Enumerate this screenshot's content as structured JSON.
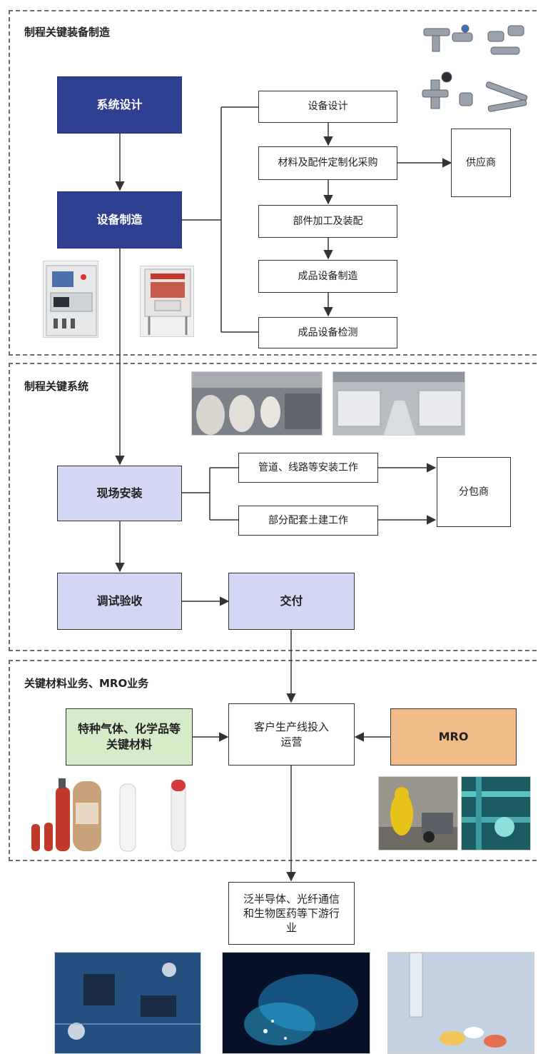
{
  "sections": {
    "equipment": {
      "title": "制程关键装备制造"
    },
    "system": {
      "title": "制程关键系统"
    },
    "materials": {
      "title": "关键材料业务、MRO业务"
    }
  },
  "boxes": {
    "system_design": "系统设计",
    "equipment_mfg": "设备制造",
    "equip_design": "设备设计",
    "procurement": "材料及配件定制化采购",
    "supplier": "供应商",
    "parts_assembly": "部件加工及装配",
    "product_mfg": "成品设备制造",
    "product_test": "成品设备检测",
    "site_install": "现场安装",
    "pipeline_work": "管道、线路等安装工作",
    "civil_work": "部分配套土建工作",
    "subcontractor": "分包商",
    "commission": "调试验收",
    "delivery": "交付",
    "gas_chem": "特种气体、化学品等关键材料",
    "customer_line": "客户生产线投入运营",
    "mro": "MRO",
    "downstream": "泛半导体、光纤通信和生物医药等下游行业"
  },
  "colors": {
    "dark_blue": "#2f3f91",
    "light_blue": "#d4d7f3",
    "green": "#d6ecc8",
    "orange": "#f2bc8a"
  }
}
